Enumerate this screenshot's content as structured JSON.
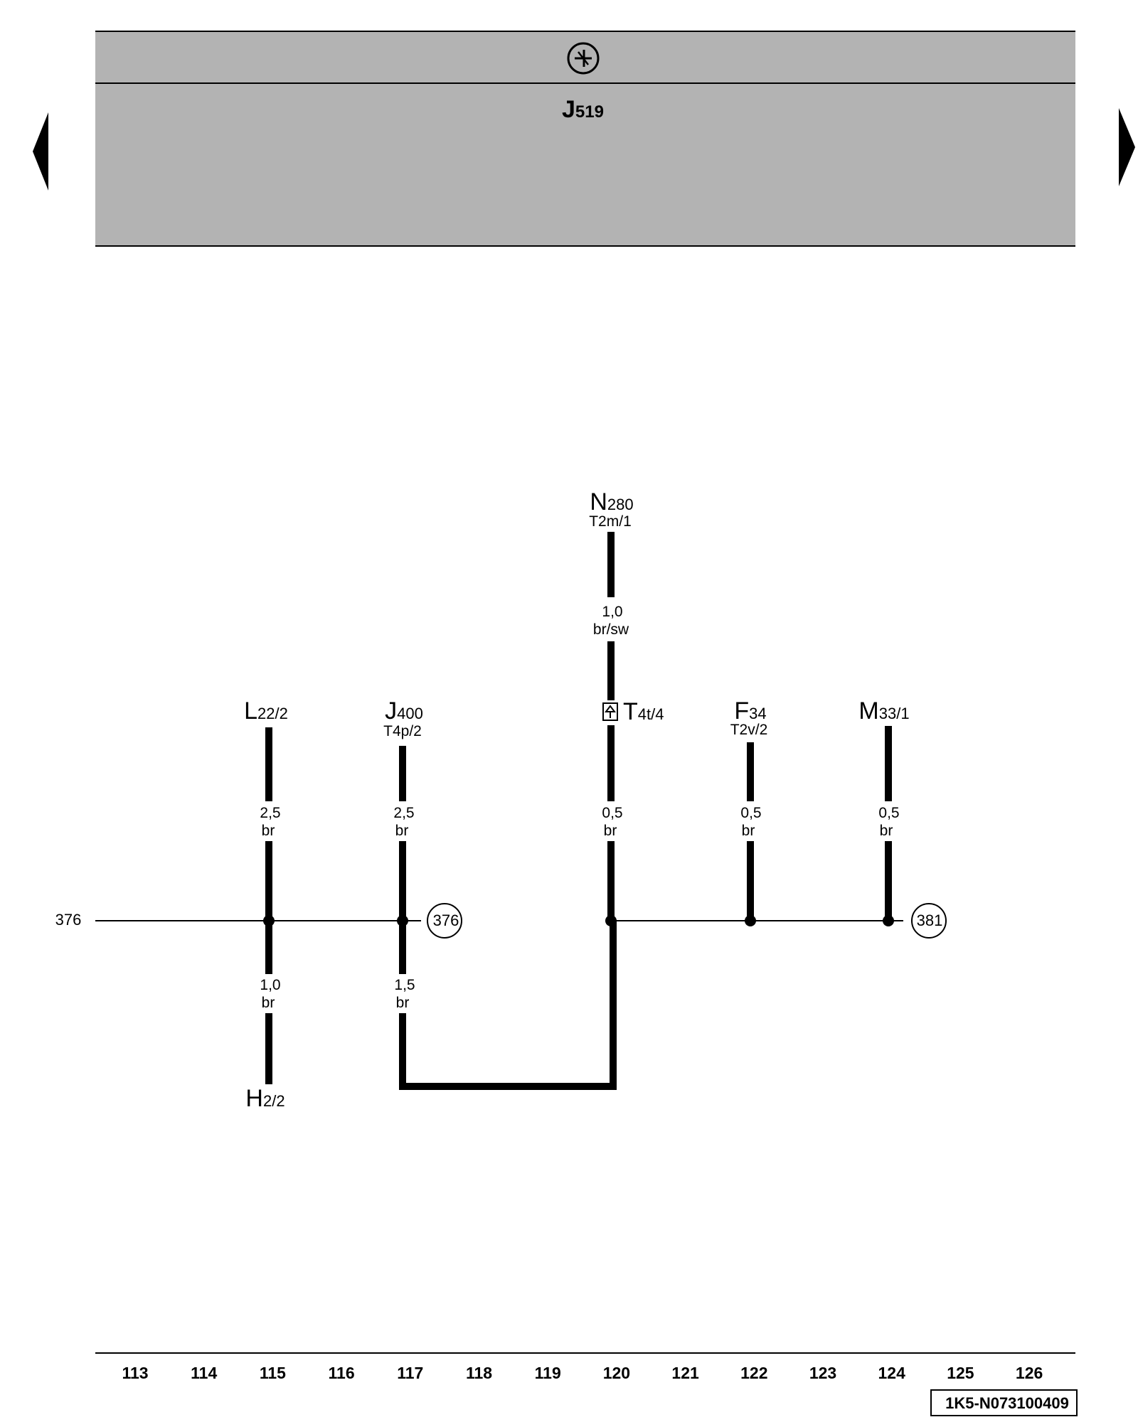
{
  "header": {
    "module_name": "J",
    "module_sub": "519",
    "symbol_icon": "ground-symbol-icon",
    "colors": {
      "header_bg": "#b3b3b3",
      "line": "#000000",
      "page_bg": "#ffffff"
    }
  },
  "navigation": {
    "prev_icon": "arrow-left-icon",
    "next_icon": "arrow-right-icon"
  },
  "components": {
    "n280": {
      "main": "N",
      "sub": "280",
      "pin": "T2m/1"
    },
    "l22": {
      "main": "L",
      "sub": "22/2"
    },
    "j400": {
      "main": "J",
      "sub": "400",
      "pin": "T4p/2"
    },
    "t4t": {
      "main": "T",
      "sub": "4t/4",
      "icon": "connector-icon"
    },
    "f34": {
      "main": "F",
      "sub": "34",
      "pin": "T2v/2"
    },
    "m33": {
      "main": "M",
      "sub": "33/1"
    },
    "h2": {
      "main": "H",
      "sub": "2/2"
    }
  },
  "wires": {
    "n280_size": "1,0",
    "n280_color": "br/sw",
    "l22_size": "2,5",
    "l22_color": "br",
    "j400_size": "2,5",
    "j400_color": "br",
    "t4t_size": "0,5",
    "t4t_color": "br",
    "f34_size": "0,5",
    "f34_color": "br",
    "m33_size": "0,5",
    "m33_color": "br",
    "h2_size": "1,0",
    "h2_color": "br",
    "j400_lower_size": "1,5",
    "j400_lower_color": "br"
  },
  "references": {
    "left_label": "376",
    "ref_376": "376",
    "ref_381": "381"
  },
  "footer": {
    "track_numbers": [
      "113",
      "114",
      "115",
      "116",
      "117",
      "118",
      "119",
      "120",
      "121",
      "122",
      "123",
      "124",
      "125",
      "126"
    ],
    "doc_id": "1K5-N073100409"
  }
}
